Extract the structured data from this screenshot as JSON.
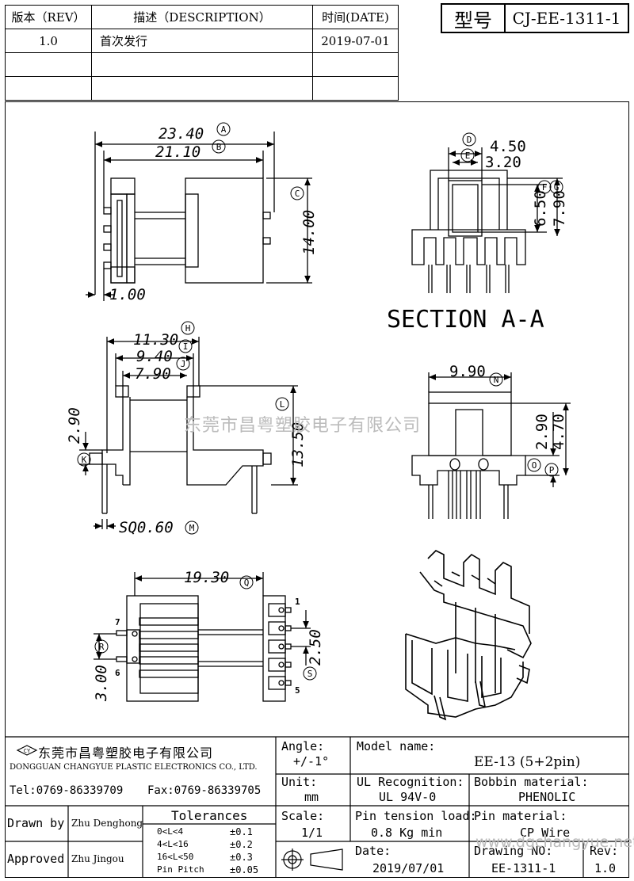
{
  "revision_table": {
    "headers": {
      "rev": "版本（REV）",
      "desc": "描述（DESCRIPTION）",
      "date": "时间(DATE)"
    },
    "rows": [
      {
        "rev": "1.0",
        "desc": "首次发行",
        "date": "2019-07-01"
      },
      {
        "rev": "",
        "desc": "",
        "date": ""
      },
      {
        "rev": "",
        "desc": "",
        "date": ""
      }
    ]
  },
  "model_header": {
    "label": "型号",
    "value": "CJ-EE-1311-1"
  },
  "drawing": {
    "top_view": {
      "dim_a": "23.40",
      "dim_b": "21.10",
      "dim_c": "14.00",
      "dim_pin": "1.00"
    },
    "section": {
      "dim_d": "4.50",
      "dim_e": "3.20",
      "dim_f": "6.50",
      "dim_g": "7.90",
      "title": "SECTION A-A"
    },
    "side_view": {
      "dim_h": "11.30",
      "dim_i": "9.40",
      "dim_j": "7.90",
      "dim_k": "2.90",
      "dim_l": "13.50",
      "dim_m": "SQ0.60"
    },
    "end_view": {
      "dim_n": "9.90",
      "dim_o": "2.90",
      "dim_p": "4.70"
    },
    "bottom_view": {
      "dim_q": "19.30",
      "dim_r": "3.00",
      "dim_s": "2.50",
      "pin_labels": [
        "1",
        "5",
        "6",
        "7"
      ]
    },
    "circle_letters": [
      "A",
      "B",
      "C",
      "D",
      "E",
      "F",
      "G",
      "H",
      "I",
      "J",
      "K",
      "L",
      "M",
      "N",
      "O",
      "P",
      "Q",
      "R",
      "S"
    ]
  },
  "watermark": "东莞市昌粤塑胶电子有限公司",
  "watermark_url": "www.dgchangyue.net",
  "title_block": {
    "company_cn": "东莞市昌粤塑胶电子有限公司",
    "company_en": "DONGGUAN CHANGYUE PLASTIC ELECTRONICS CO., LTD.",
    "tel": "Tel:0769-86339709",
    "fax": "Fax:0769-86339705",
    "angle_label": "Angle:",
    "angle_value": "+/-1°",
    "model_name_label": "Model name:",
    "model_name_value": "EE-13 (5+2pin)",
    "unit_label": "Unit:",
    "unit_value": "mm",
    "ul_label": "UL Recognition:",
    "ul_value": "UL 94V-0",
    "bobbin_label": "Bobbin material:",
    "bobbin_value": "PHENOLIC",
    "drawn_label": "Drawn by",
    "drawn_value": "Zhu Denghong",
    "approved_label": "Approved",
    "approved_value": "Zhu  Jingou",
    "tolerances_label": "Tolerances",
    "tolerances": [
      {
        "range": "0<L<4",
        "value": "±0.1"
      },
      {
        "range": "4<L<16",
        "value": "±0.2"
      },
      {
        "range": "16<L<50",
        "value": "±0.3"
      },
      {
        "range": "Pin Pitch",
        "value": "±0.05"
      }
    ],
    "scale_label": "Scale:",
    "scale_value": "1/1",
    "pin_tension_label": "Pin tension load:",
    "pin_tension_value": "0.8 Kg min",
    "pin_material_label": "Pin material:",
    "pin_material_value": "CP Wire",
    "date_label": "Date:",
    "date_value": "2019/07/01",
    "drawing_no_label": "Drawing NO:",
    "drawing_no_value": "EE-1311-1",
    "rev_label": "Rev:",
    "rev_value": "1.0"
  }
}
